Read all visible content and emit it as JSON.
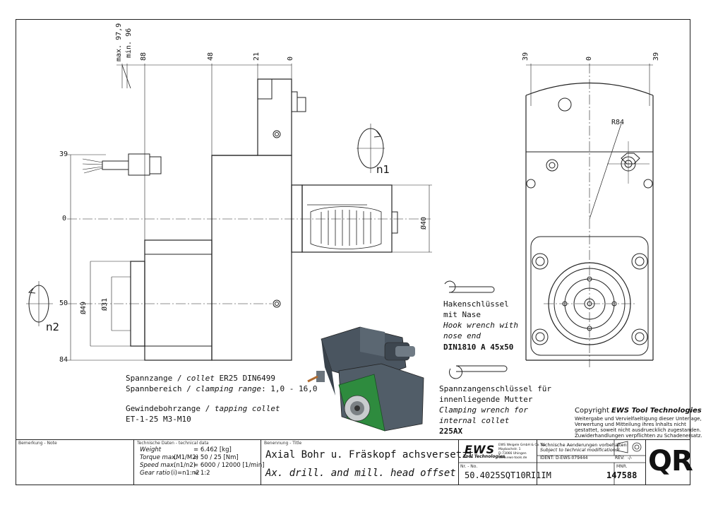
{
  "drawing": {
    "dims_top": [
      "max. 97,9",
      "min. 96",
      "88",
      "48",
      "21",
      "0"
    ],
    "dims_left": [
      "39",
      "0",
      "50",
      "84"
    ],
    "dims_diam": [
      "Ø49",
      "Ø31",
      "Ø40"
    ],
    "rotation_left": "n2",
    "rotation_top": "n1",
    "front_dims": [
      "39",
      "0",
      "39"
    ],
    "radius": "R84"
  },
  "notes": {
    "collet_line1_de": "Spannzange / ",
    "collet_line1_en": "collet",
    "collet_line1_spec": "ER25   DIN6499",
    "clamp_line_de": "Spannbereich / ",
    "clamp_line_en": "clamping range",
    "clamp_line_val": ": 1,0 - 16,0",
    "tapping_de": "Gewindebohrzange / ",
    "tapping_en": "tapping collet",
    "tapping_spec": "ET-1-25   M3-M10",
    "hook_de1": "Hakenschlüssel",
    "hook_de2": "mit Nase",
    "hook_en1": "Hook wrench with",
    "hook_en2": "nose end",
    "hook_spec": "DIN1810 A 45x50",
    "clamp_de1": "Spannzangenschlüssel für",
    "clamp_de2": "innenliegende Mutter",
    "clamp_en1": "Clamping wrench for",
    "clamp_en2": "internal collet",
    "clamp_spec": "225AX"
  },
  "copyright": {
    "title_prefix": "Copyright ",
    "title_brand": "EWS Tool Technologies",
    "line1": "Weitergabe und Vervielfaeltigung dieser Unterlage,",
    "line2": "Verwertung und Mitteilung ihres Inhalts nicht",
    "line3": "gestattet, soweit nicht ausdruecklich zugestanden.",
    "line4": "Zuwiderhandlungen verpflichten zu Schadenersatz."
  },
  "title_block": {
    "remark_label": "Bemerkung - Note",
    "tech_label": "Technische Daten - technical data",
    "tech_rows": [
      {
        "label": "Weight",
        "key": "",
        "value": "= 6.462 [kg]"
      },
      {
        "label": "Torque max.",
        "key": "(M1/M2)",
        "value": "= 50 / 25 [Nm]"
      },
      {
        "label": "Speed max.",
        "key": "(n1/n2)",
        "value": "= 6000 / 12000 [1/min]"
      },
      {
        "label": "Gear ratio",
        "key": "(i)=n1:n2",
        "value": "= 1:2"
      }
    ],
    "title_label": "Benennung - Title",
    "title_de": "Axial Bohr u. Fräskopf achsversetzt",
    "title_en": "Ax. drill. and mill. head offset",
    "logo": "EWS",
    "logo_sub": "Tool Technologies",
    "company": "EWS Weigele GmbH & Co. KG",
    "street": "Maybachstr. 1",
    "city": "D-73066 Uhingen",
    "web": "www.ews-tools.de",
    "notice_de": "Technische Aenderungen vorbehalten!",
    "notice_en": "Subject to technical modifications!",
    "ident_label": "IDENT:",
    "ident_value": "D-EWS-079444",
    "rev_label": "REV:",
    "rev_value": "-/-",
    "no_label": "Nr. - No.",
    "part_number": "50.4025SQT10RI1IM",
    "mnr_label": "MNR.",
    "mnr_value": "147588",
    "qr": "QR"
  }
}
